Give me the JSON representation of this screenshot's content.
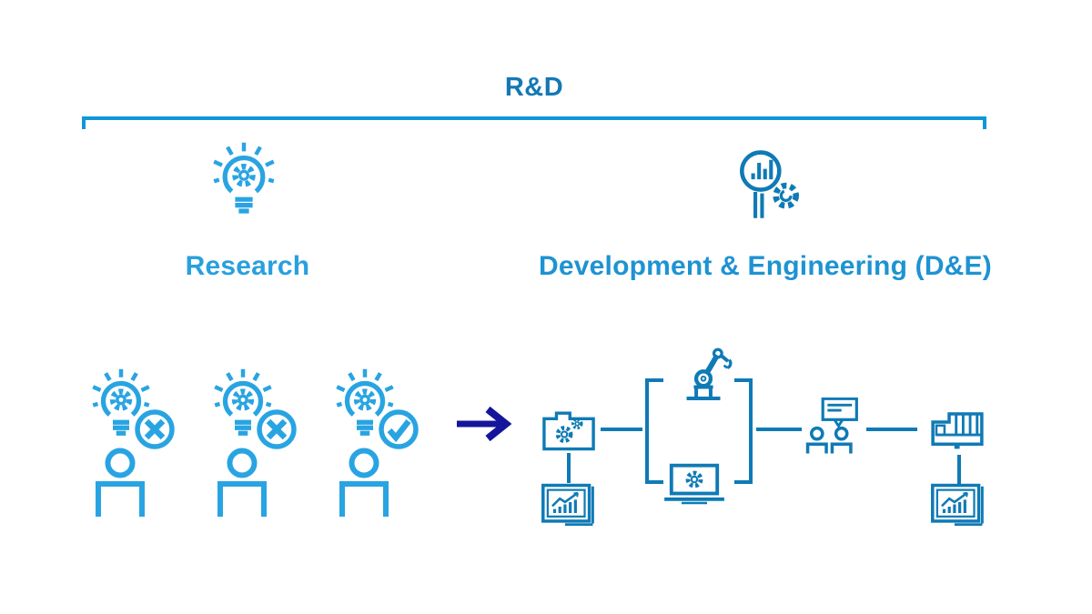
{
  "title": "R&D",
  "colors": {
    "title_blue": "#1478b4",
    "bracket_blue": "#0f97d9",
    "research_blue": "#28a0de",
    "engineering_blue": "#1e93d2",
    "bright_icon_blue": "#29a4e2",
    "flow_icon_blue": "#0f7ab5",
    "arrow_navy": "#15159b"
  },
  "sections": {
    "research": {
      "label": "Research",
      "icon": "lightbulb-gear-icon"
    },
    "engineering": {
      "label": "Development & Engineering (D&E)",
      "icon": "magnifier-analytics-gear-icon"
    }
  },
  "ideas": [
    {
      "person": "researcher-1",
      "outcome": "rejected",
      "badge": "x-circle-icon"
    },
    {
      "person": "researcher-2",
      "outcome": "rejected",
      "badge": "x-circle-icon"
    },
    {
      "person": "researcher-3",
      "outcome": "accepted",
      "badge": "check-circle-icon"
    }
  ],
  "transition": {
    "icon": "right-arrow-icon"
  },
  "flow_stages": [
    {
      "name": "design-data",
      "icons": [
        "folder-gears-icon",
        "chart-board-icon"
      ]
    },
    {
      "name": "prototyping",
      "icons": [
        "robot-arm-icon",
        "laptop-gear-icon"
      ],
      "framed": true
    },
    {
      "name": "review-discussion",
      "icons": [
        "discussion-people-icon"
      ]
    },
    {
      "name": "production",
      "icons": [
        "production-machine-icon",
        "chart-board-icon"
      ]
    }
  ]
}
